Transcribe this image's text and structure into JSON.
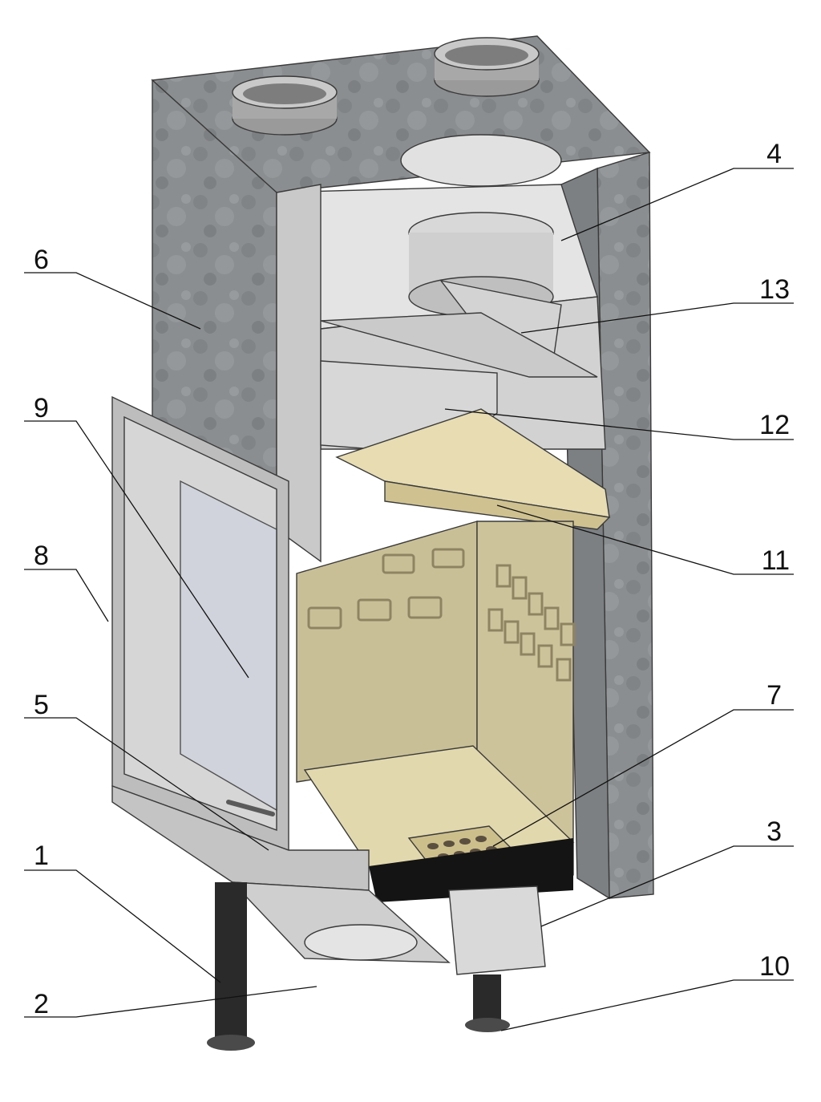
{
  "callouts": [
    {
      "id": "1",
      "label": "1"
    },
    {
      "id": "2",
      "label": "2"
    },
    {
      "id": "3",
      "label": "3"
    },
    {
      "id": "4",
      "label": "4"
    },
    {
      "id": "5",
      "label": "5"
    },
    {
      "id": "6",
      "label": "6"
    },
    {
      "id": "7",
      "label": "7"
    },
    {
      "id": "8",
      "label": "8"
    },
    {
      "id": "9",
      "label": "9"
    },
    {
      "id": "10",
      "label": "10"
    },
    {
      "id": "11",
      "label": "11"
    },
    {
      "id": "12",
      "label": "12"
    },
    {
      "id": "13",
      "label": "13"
    }
  ],
  "colors": {
    "casing": "#8c8f90",
    "casing_dark": "#6d7072",
    "steel_light": "#dcdcdc",
    "steel_mid": "#bdbdbd",
    "firebrick": "#d9cfa3",
    "firebrick_shade": "#b9ad7f",
    "leg": "#2a2a2a",
    "glass": "#cfd3dc",
    "line": "#111111"
  }
}
